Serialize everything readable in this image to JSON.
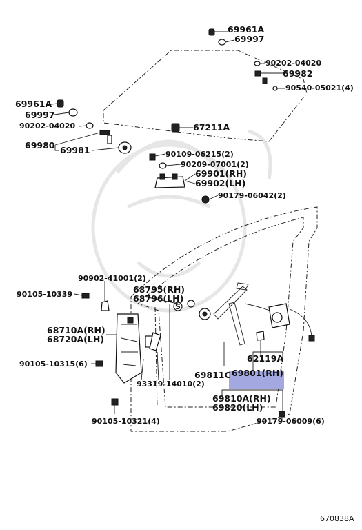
{
  "figure_code": "670838A",
  "highlight_color": "#a3a8e0",
  "labels": [
    {
      "id": "l-69961a-top",
      "text": "69961A"
    },
    {
      "id": "l-69997-top",
      "text": "69997"
    },
    {
      "id": "l-90202-04020-r",
      "text": "90202-04020"
    },
    {
      "id": "l-69982",
      "text": "69982"
    },
    {
      "id": "l-90540-05021",
      "text": "90540-05021(4)"
    },
    {
      "id": "l-69961a-left",
      "text": "69961A"
    },
    {
      "id": "l-69997-left",
      "text": "69997"
    },
    {
      "id": "l-90202-04020-l",
      "text": "90202-04020"
    },
    {
      "id": "l-67211a",
      "text": "67211A"
    },
    {
      "id": "l-69980",
      "text": "69980"
    },
    {
      "id": "l-69981",
      "text": "69981"
    },
    {
      "id": "l-90109-06215",
      "text": "90109-06215(2)"
    },
    {
      "id": "l-90209-07001",
      "text": "90209-07001(2)"
    },
    {
      "id": "l-69901",
      "text": "69901(RH)"
    },
    {
      "id": "l-69902",
      "text": "69902(LH)"
    },
    {
      "id": "l-90179-06042",
      "text": "90179-06042(2)"
    },
    {
      "id": "l-90902-41001",
      "text": "90902-41001(2)"
    },
    {
      "id": "l-68795",
      "text": "68795(RH)"
    },
    {
      "id": "l-68796",
      "text": "68796(LH)"
    },
    {
      "id": "l-90105-10339",
      "text": "90105-10339"
    },
    {
      "id": "l-68710a",
      "text": "68710A(RH)"
    },
    {
      "id": "l-68720a",
      "text": "68720A(LH)"
    },
    {
      "id": "l-62119a",
      "text": "62119A"
    },
    {
      "id": "l-90105-10315",
      "text": "90105-10315(6)"
    },
    {
      "id": "l-69811",
      "text": "69811C"
    },
    {
      "id": "l-69801",
      "text": "69801(RH)"
    },
    {
      "id": "l-93319-14010",
      "text": "93319-14010(2)"
    },
    {
      "id": "l-69810a",
      "text": "69810A(RH)"
    },
    {
      "id": "l-69820",
      "text": "69820(LH)"
    },
    {
      "id": "l-90105-10321",
      "text": "90105-10321(4)"
    },
    {
      "id": "l-90179-06009",
      "text": "90179-06009(6)"
    }
  ]
}
